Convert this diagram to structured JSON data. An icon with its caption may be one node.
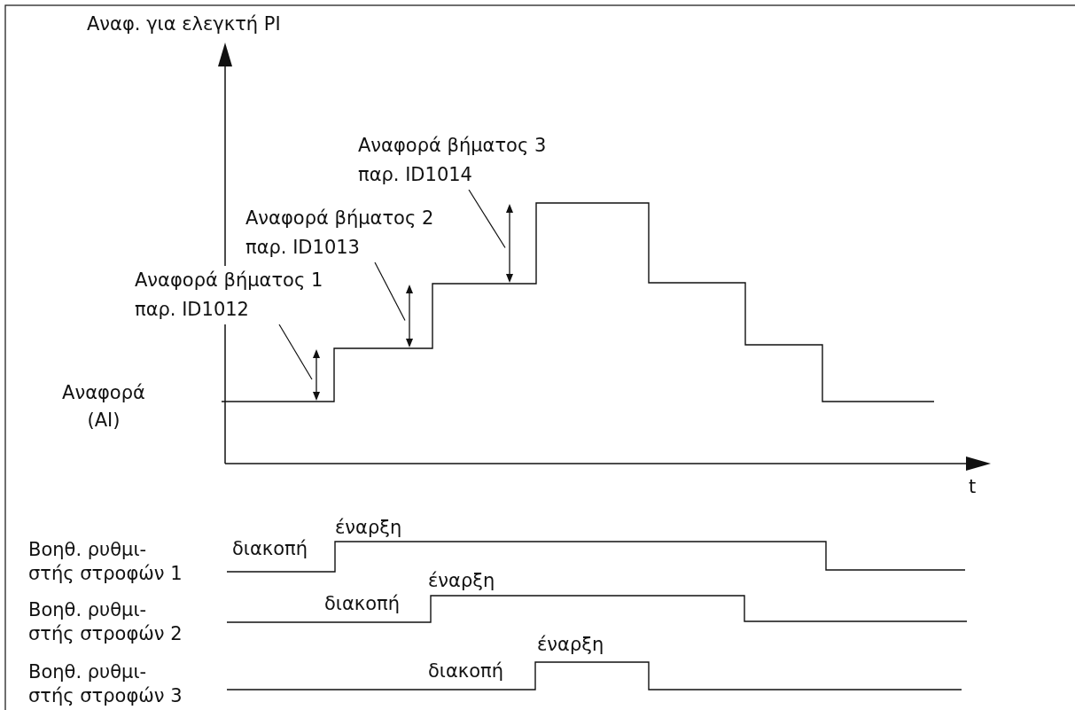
{
  "diagram": {
    "nodes": [
      {
        "text": [
          "Αναφορά βήματος 1 παρ. ID1012"
        ]
      },
      {
        "text": [
          "Αναφορά βήματος 2 παρ. ID1013"
        ]
      },
      {
        "text": [
          "Αναφορά βήματος 3 παρ. ID1014"
        ]
      },
      {
        "text": [],
        "shape": "arrow"
      },
      {
        "text": [],
        "shape": "arrow"
      },
      {
        "text": [],
        "shape": "arrow"
      }
    ],
    "edges": [
      {
        "from": 0,
        "to": 3,
        "arrow": "none"
      },
      {
        "from": 1,
        "to": 4,
        "arrow": "none"
      },
      {
        "from": 2,
        "to": 5,
        "arrow": "none"
      }
    ],
    "labels": [
      "Αναφ. για ελεγκτή PI",
      "Αναφορά (AI)",
      "t",
      "έναρξη",
      "Βοηθ. ρυθμι- στής στροφών 1",
      "διακοπή",
      "έναρξη",
      "Βοηθ. ρυθμι- στής στροφών 2",
      "διακοπή",
      "έναρξη",
      "Βοηθ. ρυθμι- στής στροφών 3",
      "διακοπή"
    ]
  }
}
